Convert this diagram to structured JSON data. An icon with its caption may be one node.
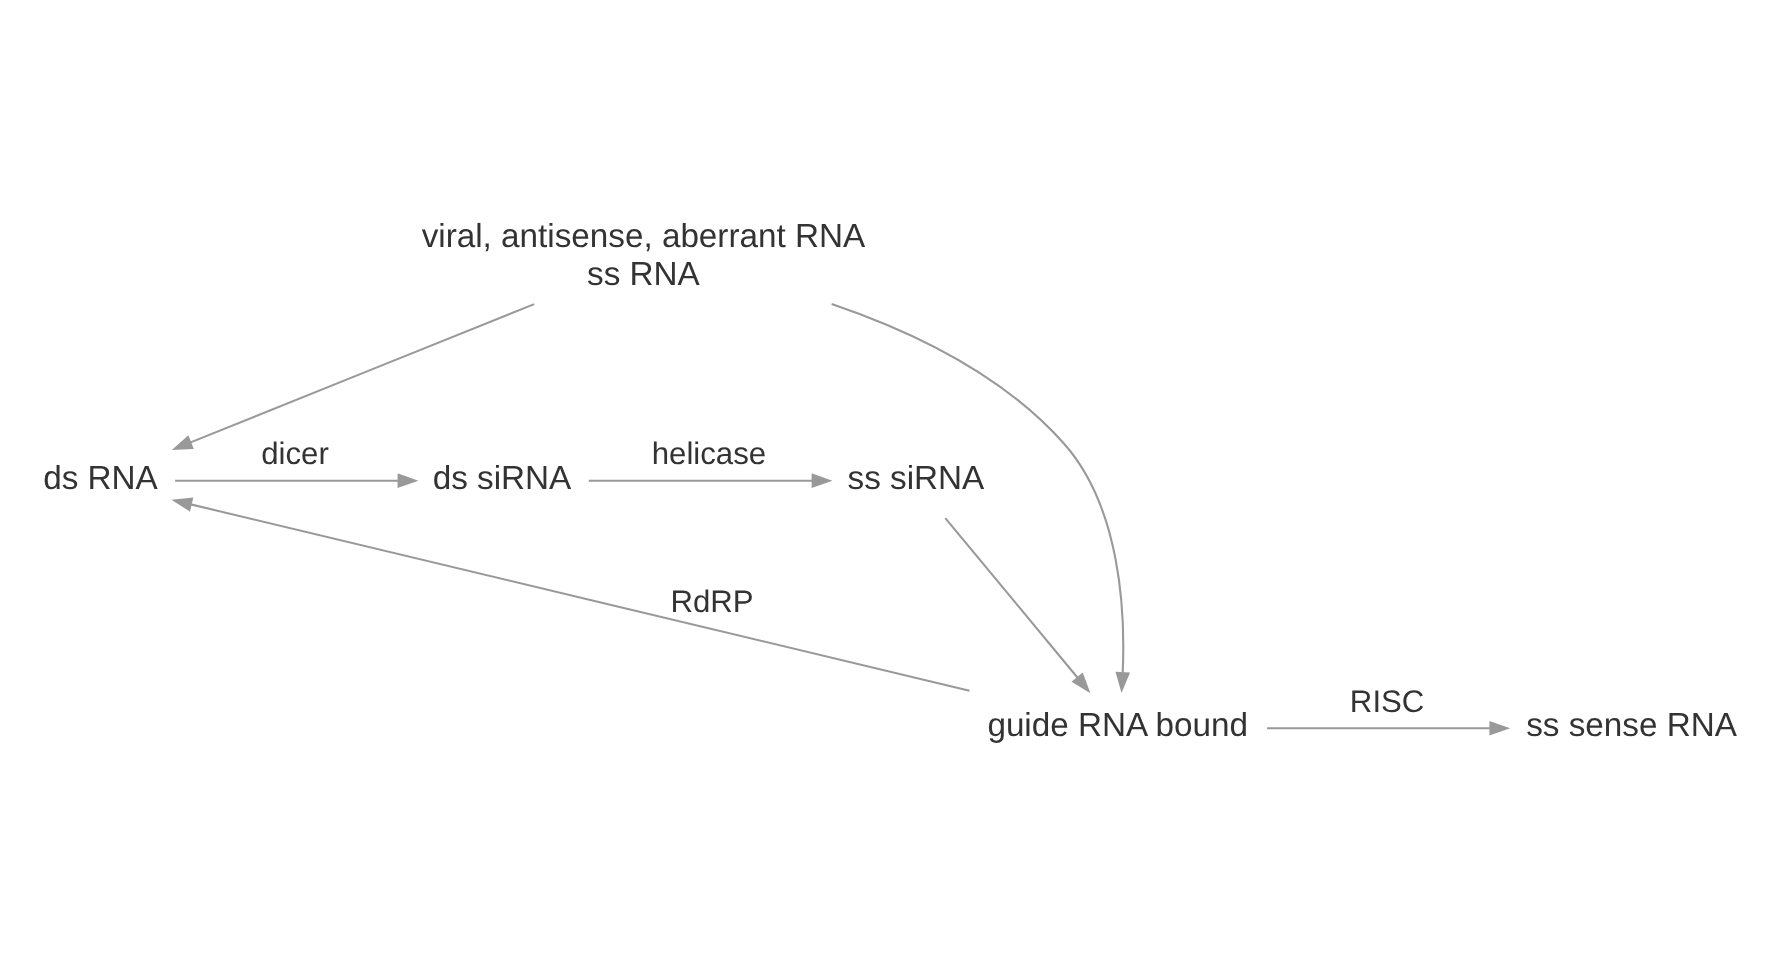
{
  "diagram": {
    "nodes": [
      {
        "text": [
          "viral, antisense, aberrant RNA",
          "ss RNA"
        ]
      },
      {
        "text": [
          "ds RNA"
        ]
      },
      {
        "text": [
          "ds siRNA"
        ]
      },
      {
        "text": [
          "ss siRNA"
        ]
      },
      {
        "text": [
          "guide RNA bound"
        ]
      },
      {
        "text": [
          "ss sense RNA"
        ]
      }
    ],
    "edges": [
      {
        "from": 0,
        "to": 1,
        "arrow": "to"
      },
      {
        "from": 1,
        "to": 2,
        "arrow": "to",
        "label": "dicer"
      },
      {
        "from": 2,
        "to": 3,
        "arrow": "to",
        "label": "helicase"
      },
      {
        "from": 3,
        "to": 4,
        "arrow": "to"
      },
      {
        "from": 0,
        "to": 4,
        "arrow": "to"
      },
      {
        "from": 4,
        "to": 5,
        "arrow": "to",
        "label": "RISC"
      },
      {
        "from": 4,
        "to": 1,
        "arrow": "to",
        "label": "RdRP"
      }
    ]
  }
}
